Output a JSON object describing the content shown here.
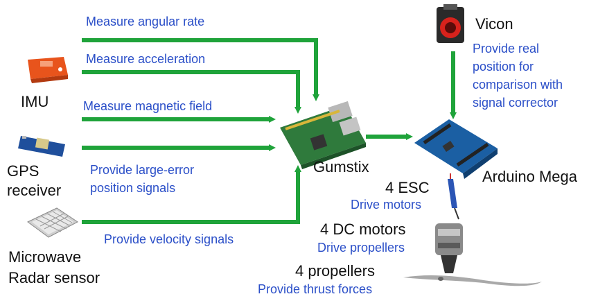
{
  "components": {
    "imu": "IMU",
    "gps": [
      "GPS",
      "receiver"
    ],
    "radar": [
      "Microwave",
      "Radar sensor"
    ],
    "gumstix": "Gumstix",
    "vicon": "Vicon",
    "arduino": "Arduino  Mega",
    "esc": "4 ESC",
    "dc_motors": "4 DC motors",
    "propellers": "4 propellers"
  },
  "functions": {
    "angular_rate": "Measure angular rate",
    "acceleration": "Measure acceleration",
    "magnetic_field": "Measure magnetic field",
    "large_error": [
      "Provide large-error",
      "position signals"
    ],
    "velocity": "Provide velocity signals",
    "vicon_role": [
      "Provide real",
      "position for",
      "comparison with",
      "signal corrector"
    ],
    "drive_motors": "Drive motors",
    "drive_propellers": "Drive propellers",
    "thrust": "Provide thrust forces"
  },
  "colors": {
    "arrow": "#1fa33a",
    "function_text": "#2b4fc8",
    "component_text": "#111111"
  }
}
